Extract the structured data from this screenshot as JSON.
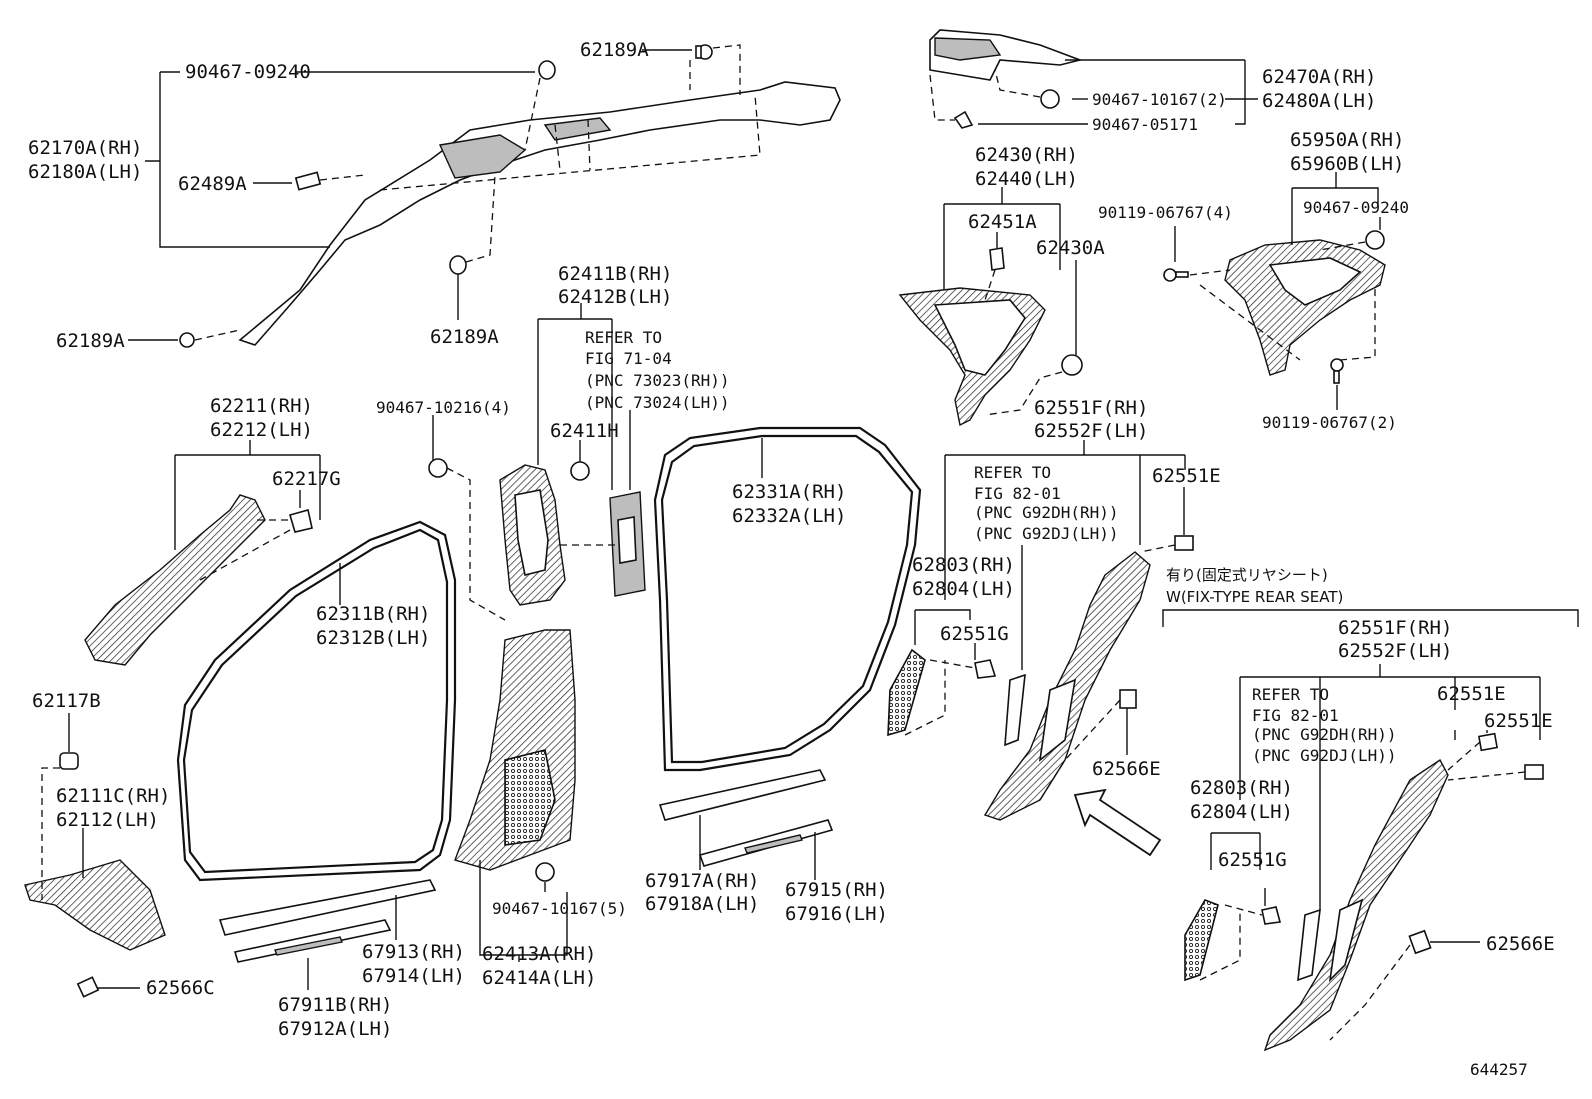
{
  "diagram_id": "644257",
  "labels": {
    "p62189A_top": "62189A",
    "p90467_09240_top": "90467-09240",
    "p62170A": "62170A(RH)",
    "p62180A": "62180A(LH)",
    "p62489A": "62489A",
    "p62189A_left": "62189A",
    "p62189A_mid": "62189A",
    "p62470A": "62470A(RH)",
    "p62480A": "62480A(LH)",
    "p90467_10167_2": "90467-10167(2)",
    "p90467_05171": "90467-05171",
    "p62430": "62430(RH)",
    "p62440": "62440(LH)",
    "p62451A": "62451A",
    "p62430A": "62430A",
    "p65950A": "65950A(RH)",
    "p65960B": "65960B(LH)",
    "p90119_06767_4": "90119-06767(4)",
    "p90467_09240_right": "90467-09240",
    "p90119_06767_2": "90119-06767(2)",
    "p62411B": "62411B(RH)",
    "p62412B": "62412B(LH)",
    "refer_fig71_1": "REFER TO",
    "refer_fig71_2": "FIG 71-04",
    "refer_fig71_3": "(PNC 73023(RH))",
    "refer_fig71_4": "(PNC 73024(LH))",
    "p62411H": "62411H",
    "p90467_10216_4": "90467-10216(4)",
    "p62211": "62211(RH)",
    "p62212": "62212(LH)",
    "p62217G": "62217G",
    "p62311B": "62311B(RH)",
    "p62312B": "62312B(LH)",
    "p62331A": "62331A(RH)",
    "p62332A": "62332A(LH)",
    "p62551F_mid": "62551F(RH)",
    "p62552F_mid": "62552F(LH)",
    "refer_fig82_a1": "REFER TO",
    "refer_fig82_a2": "FIG 82-01",
    "refer_fig82_a3": "(PNC G92DH(RH))",
    "refer_fig82_a4": "(PNC G92DJ(LH))",
    "p62551E_mid": "62551E",
    "p62803_mid": "62803(RH)",
    "p62804_mid": "62804(LH)",
    "p62551G_mid": "62551G",
    "p62566E_mid": "62566E",
    "p62117B": "62117B",
    "p62111C": "62111C(RH)",
    "p62112": "62112(LH)",
    "p62566C": "62566C",
    "p67913": "67913(RH)",
    "p67914": "67914(LH)",
    "p67911B": "67911B(RH)",
    "p67912A": "67912A(LH)",
    "p90467_10167_5": "90467-10167(5)",
    "p62413A": "62413A(RH)",
    "p62414A": "62414A(LH)",
    "p67917A": "67917A(RH)",
    "p67918A": "67918A(LH)",
    "p67915": "67915(RH)",
    "p67916": "67916(LH)",
    "note_jp": "有り(固定式リヤシート)",
    "note_en": "W(FIX-TYPE REAR SEAT)",
    "p62551F_right": "62551F(RH)",
    "p62552F_right": "62552F(LH)",
    "refer_fig82_b1": "REFER TO",
    "refer_fig82_b2": "FIG 82-01",
    "refer_fig82_b3": "(PNC G92DH(RH))",
    "refer_fig82_b4": "(PNC G92DJ(LH))",
    "p62551E_right_a": "62551E",
    "p62551E_right_b": "62551E",
    "p62803_right": "62803(RH)",
    "p62804_right": "62804(LH)",
    "p62551G_right": "62551G",
    "p62566E_right": "62566E",
    "figure_number": "644257"
  }
}
